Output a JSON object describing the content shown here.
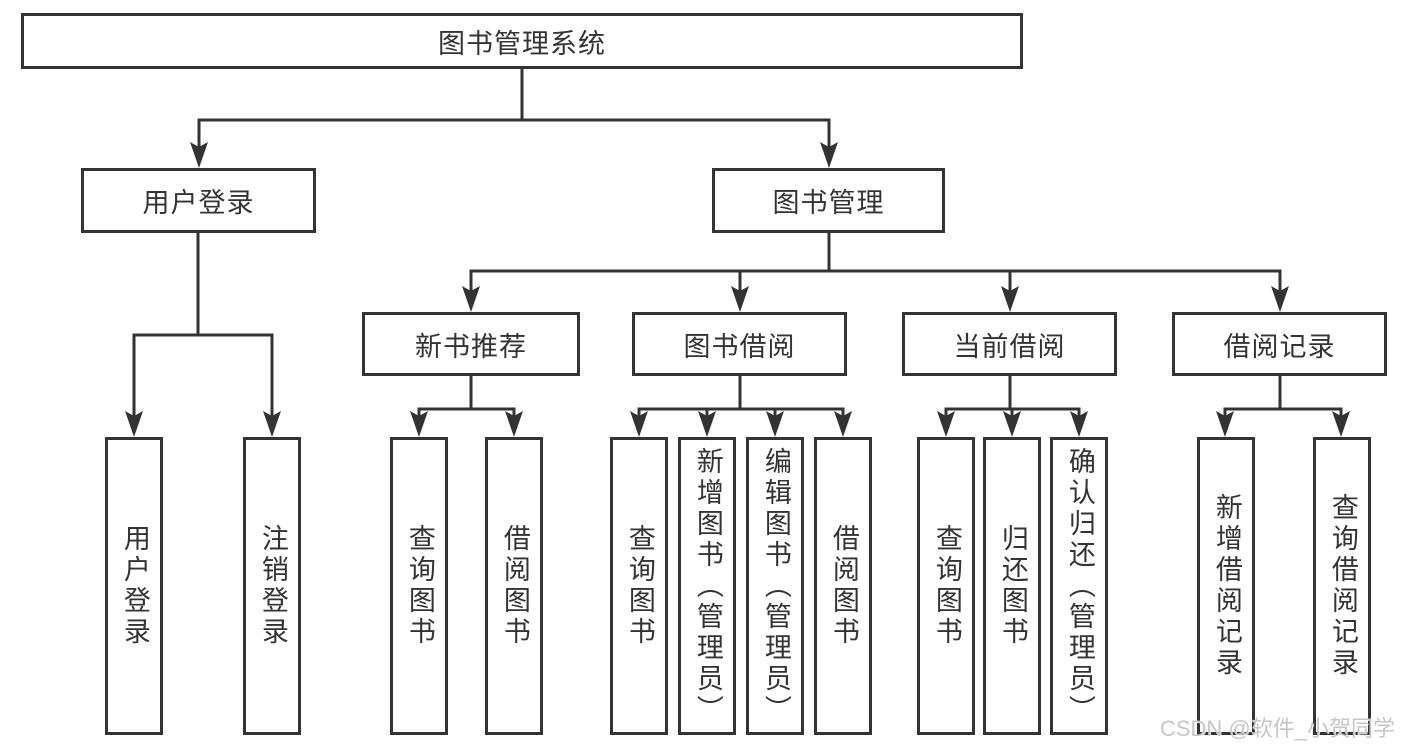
{
  "diagram": {
    "root": {
      "label": "图书管理系统"
    },
    "branches": [
      {
        "label": "用户登录",
        "children": [
          {
            "label": "用户登录"
          },
          {
            "label": "注销登录"
          }
        ]
      },
      {
        "label": "图书管理",
        "sections": [
          {
            "label": "新书推荐",
            "children": [
              {
                "label": "查询图书"
              },
              {
                "label": "借阅图书"
              }
            ]
          },
          {
            "label": "图书借阅",
            "children": [
              {
                "label": "查询图书"
              },
              {
                "label": "新增图书（管理员）"
              },
              {
                "label": "编辑图书（管理员）"
              },
              {
                "label": "借阅图书"
              }
            ]
          },
          {
            "label": "当前借阅",
            "children": [
              {
                "label": "查询图书"
              },
              {
                "label": "归还图书"
              },
              {
                "label": "确认归还（管理员）"
              }
            ]
          },
          {
            "label": "借阅记录",
            "children": [
              {
                "label": "新增借阅记录"
              },
              {
                "label": "查询借阅记录"
              }
            ]
          }
        ]
      }
    ]
  },
  "watermark": {
    "text": "CSDN @软件_小贺同学"
  },
  "colors": {
    "line": "#333333",
    "text": "#333333",
    "background": "#ffffff",
    "watermark": "#c6c6c6"
  }
}
